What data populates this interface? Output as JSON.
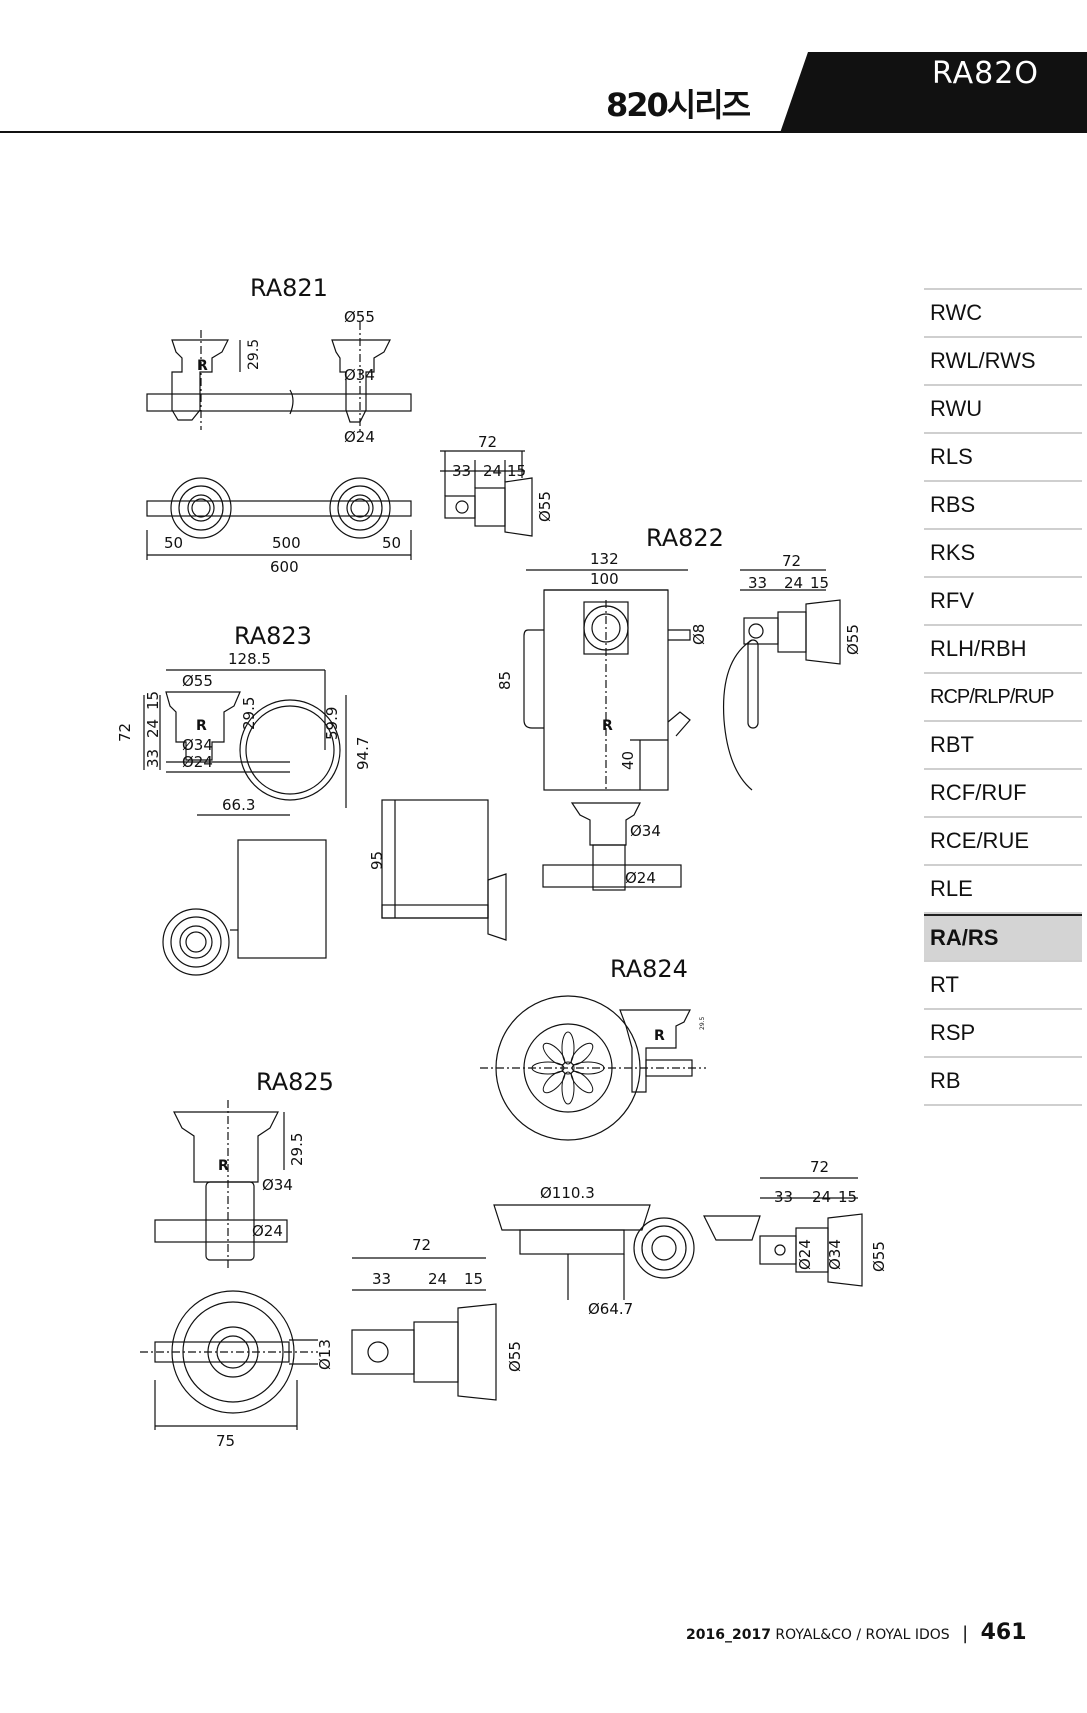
{
  "header": {
    "series_title": "820시리즈",
    "model_code": "RA82O"
  },
  "sidebar": {
    "items": [
      {
        "label": "RWC"
      },
      {
        "label": "RWL/RWS"
      },
      {
        "label": "RWU"
      },
      {
        "label": "RLS"
      },
      {
        "label": "RBS"
      },
      {
        "label": "RKS"
      },
      {
        "label": "RFV"
      },
      {
        "label": "RLH/RBH"
      },
      {
        "label": "RCP/RLP/RUP"
      },
      {
        "label": "RBT"
      },
      {
        "label": "RCF/RUF"
      },
      {
        "label": "RCE/RUE"
      },
      {
        "label": "RLE"
      },
      {
        "label": "RA/RS",
        "active": true
      },
      {
        "label": "RT"
      },
      {
        "label": "RSP"
      },
      {
        "label": "RB"
      }
    ]
  },
  "products": {
    "ra821": {
      "title": "RA821",
      "dims": {
        "d55": "Ø55",
        "h295": "29.5",
        "d34": "Ø34",
        "d24": "Ø24",
        "w50a": "50",
        "w500": "500",
        "w50b": "50",
        "w600": "600",
        "side_72": "72",
        "side_33": "33",
        "side_24": "24",
        "side_15": "15",
        "side_d55": "Ø55"
      }
    },
    "ra822": {
      "title": "RA822",
      "dims": {
        "w132": "132",
        "w100": "100",
        "h85": "85",
        "h40": "40",
        "d8": "Ø8",
        "d34": "Ø34",
        "d24": "Ø24",
        "side_72": "72",
        "side_33": "33",
        "side_24": "24",
        "side_15": "15",
        "side_d55": "Ø55"
      }
    },
    "ra823": {
      "title": "RA823",
      "dims": {
        "w1285": "128.5",
        "d55": "Ø55",
        "h72": "72",
        "h24": "24",
        "h15": "15",
        "h33": "33",
        "h295": "29.5",
        "h599": "59.9",
        "h947": "94.7",
        "d34": "Ø34",
        "d24": "Ø24",
        "w663": "66.3",
        "h95": "95"
      }
    },
    "ra824": {
      "title": "RA824",
      "dims": {
        "d1103": "Ø110.3",
        "d647": "Ø64.7",
        "side_72": "72",
        "side_33": "33",
        "side_24": "24",
        "side_15": "15",
        "side_d24": "Ø24",
        "side_d34": "Ø34",
        "side_d55": "Ø55",
        "tiny": "29.5"
      }
    },
    "ra825": {
      "title": "RA825",
      "dims": {
        "h295": "29.5",
        "d34": "Ø34",
        "d24": "Ø24",
        "d13": "Ø13",
        "w75": "75",
        "side_72": "72",
        "side_33": "33",
        "side_24": "24",
        "side_15": "15",
        "side_d55": "Ø55"
      }
    }
  },
  "footer": {
    "years": "2016_2017",
    "brand": "ROYAL&CO / ROYAL IDOS",
    "separator": "|",
    "page": "461"
  }
}
